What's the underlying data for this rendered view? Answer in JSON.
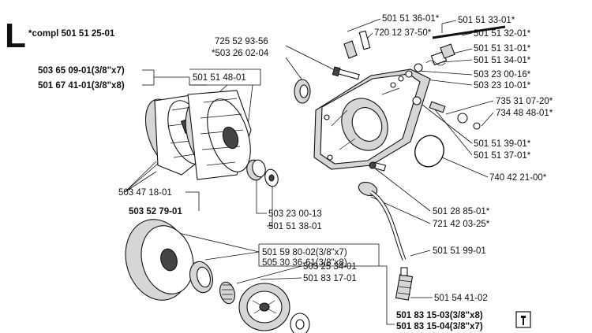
{
  "header": {
    "letter": "L",
    "kit": "*compl 501 51 25-01"
  },
  "labels": {
    "p725_52_93_56": "725 52 93-56",
    "p503_26_02_04": "*503 26 02-04",
    "p720_12_37_50": "720 12 37-50*",
    "p501_51_36_01": "501 51 36-01*",
    "p501_51_33_01": "501 51 33-01*",
    "p501_51_32_01": "501 51 32-01*",
    "p501_51_31_01": "501 51 31-01*",
    "p501_51_34_01": "501 51 34-01*",
    "p503_23_00_16": "503 23 00-16*",
    "p503_23_10_01": "503 23 10-01*",
    "p735_31_07_20": "735 31 07-20*",
    "p734_48_48_01": "734 48 48-01*",
    "p501_51_39_01": "501 51 39-01*",
    "p501_51_37_01": "501 51 37-01*",
    "p740_42_21_00": "740 42 21-00*",
    "p501_28_85_01": "501 28 85-01*",
    "p721_42_03_25": "721 42 03-25*",
    "p501_51_99_01": "501 51 99-01",
    "p501_54_41_02": "501 54 41-02",
    "p503_65_09_01": "503 65 09-01(3/8\"x7)",
    "p501_67_41_01": "501 67 41-01(3/8\"x8)",
    "p501_51_48_01": "501 51 48-01",
    "p503_47_18_01": "503 47 18-01",
    "p503_52_79_01": "503 52 79-01",
    "p503_23_00_13": "503 23 00-13",
    "p501_51_38_01": "501 51 38-01",
    "p501_59_80_02": "501 59 80-02(3/8\"x7)",
    "p505_30_36_61": "505 30 36-61(3/8\"x8)",
    "p503_25_34_01": "503 25 34-01",
    "p501_83_17_01": "501 83 17-01",
    "p501_83_15_03": "501 83 15-03(3/8\"x8)",
    "p501_83_15_04": "501 83 15-04(3/8\"x7)"
  },
  "icons": {
    "tool": "tool-icon"
  }
}
